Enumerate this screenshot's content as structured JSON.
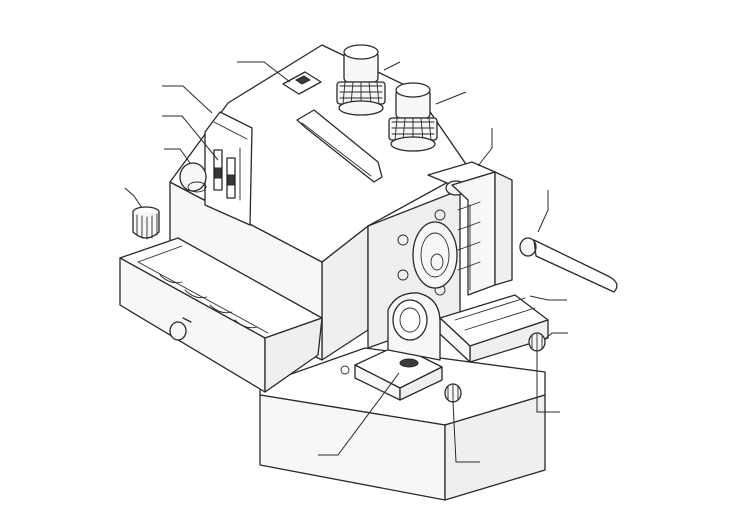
{
  "diagram": {
    "labels": [],
    "components": [
      "base",
      "main-housing",
      "rocker-switch",
      "control-panel",
      "control-knob",
      "spindle-knob",
      "carry-handle",
      "collet",
      "drawer",
      "drawer-knob",
      "grinding-wheel",
      "tool-holder-column",
      "clamp-lever",
      "tilt-head",
      "cross-slide",
      "adjustment-knob"
    ]
  }
}
